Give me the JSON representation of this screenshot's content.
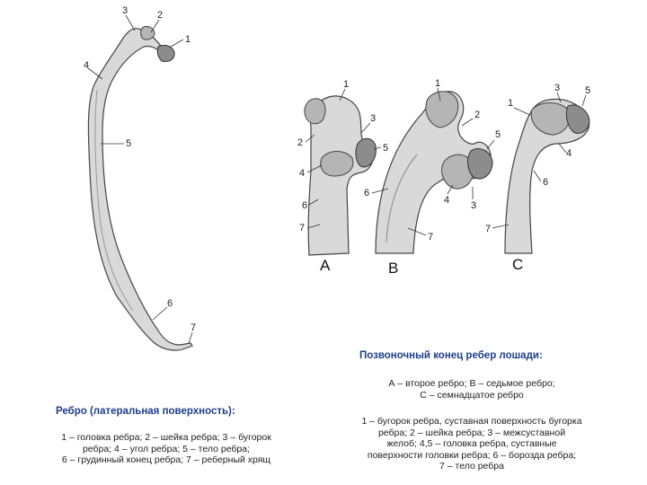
{
  "left_figure": {
    "labels": [
      "1",
      "2",
      "3",
      "4",
      "5",
      "6",
      "7"
    ],
    "title": "Ребро (латеральная поверхность):",
    "legend_lines": [
      "1 – головка ребра; 2 – шейка ребра; 3 – бугорок",
      "ребра; 4 – угол ребра; 5 – тело ребра;",
      "6 – грудинный конец ребра; 7 – реберный хрящ"
    ]
  },
  "right_figure": {
    "panels": [
      {
        "letter": "A",
        "labels": [
          "1",
          "2",
          "3",
          "4",
          "5",
          "6",
          "7"
        ]
      },
      {
        "letter": "B",
        "labels": [
          "1",
          "2",
          "3",
          "4",
          "5",
          "6",
          "7"
        ]
      },
      {
        "letter": "C",
        "labels": [
          "1",
          "3",
          "4",
          "5",
          "6",
          "7"
        ]
      }
    ],
    "title": "Позвоночный конец ребер лошади:",
    "subtitle_lines": [
      "А – второе ребро; В – седьмое ребро;",
      "С – семнадцатое ребро"
    ],
    "legend_lines": [
      "1 – бугорок ребра, суставная поверхность бугорка",
      "ребра; 2 – шейка ребра; 3 – межсуставной",
      "желоб; 4,5 – головка ребра, суставные",
      "поверхности головки ребра; 6 – борозда ребра;",
      "7 – тело ребра"
    ]
  }
}
